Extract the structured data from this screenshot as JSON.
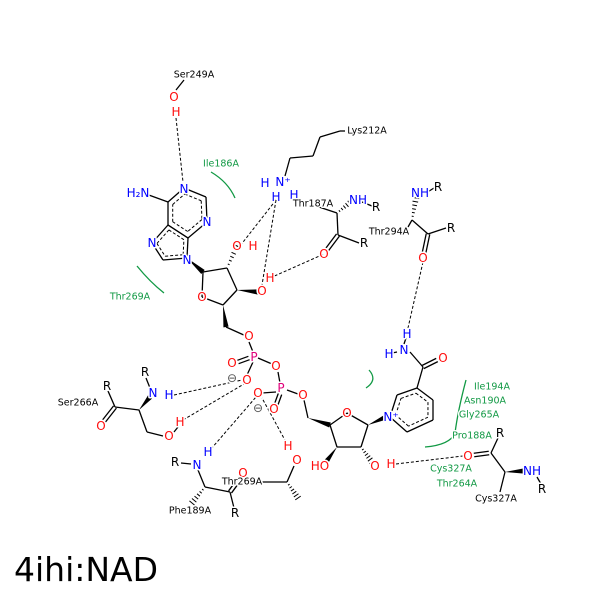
{
  "title": "4ihi:NAD",
  "atoms": {
    "O": "O",
    "N": "N",
    "H": "H",
    "P": "P",
    "R": "R",
    "NH": "NH",
    "HO": "HO",
    "NH2": "H₂N",
    "Nplus": "N⁺",
    "minus": "⊖"
  },
  "residues": {
    "ser249": "Ser249A",
    "lys212": "Lys212A",
    "thr187": "Thr187A",
    "thr294": "Thr294A",
    "ser266": "Ser266A",
    "phe189": "Phe189A",
    "thr269": "Thr269A",
    "cys327": "Cys327A"
  },
  "hydrophobic": {
    "ile186": "Ile186A",
    "thr269": "Thr269A",
    "ile194": "Ile194A",
    "asn190": "Asn190A",
    "gly265": "Gly265A",
    "pro188": "Pro188A",
    "cys327": "Cys327A",
    "thr264": "Thr264A"
  },
  "colors": {
    "O": "#ff0d0d",
    "N": "#0000ff",
    "P": "#e0007a",
    "hydrophobic": "#119944",
    "bond": "#000000"
  }
}
